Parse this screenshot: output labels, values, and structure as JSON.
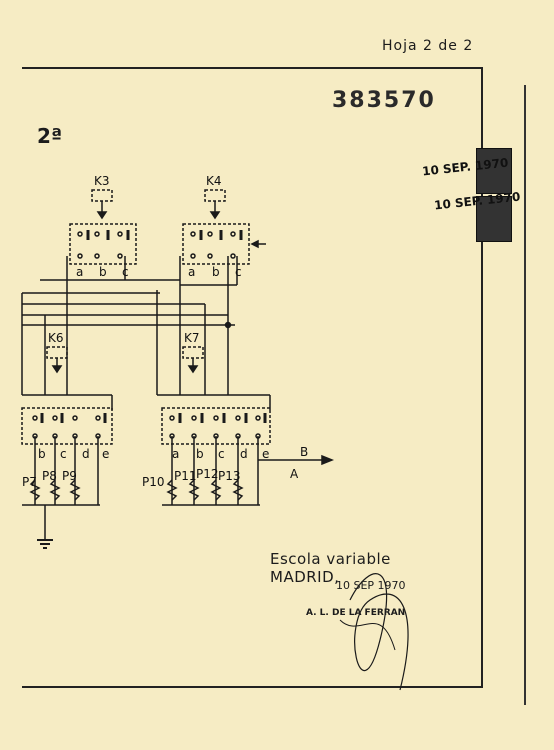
{
  "document": {
    "header": "Hoja 2 de 2",
    "doc_number": "383570",
    "sheet_label": "2ª"
  },
  "stamp": {
    "date_1": "10 SEP. 1970",
    "date_2": "10 SEP. 1970"
  },
  "diagram": {
    "relays": [
      "K3",
      "K4",
      "K6",
      "K7"
    ],
    "contacts_top": [
      "a",
      "b",
      "c"
    ],
    "contacts_bottom_left": [
      "b",
      "c",
      "d",
      "e"
    ],
    "contacts_bottom_right": [
      "a",
      "b",
      "c",
      "d",
      "e"
    ],
    "potentiometers_left": [
      "P7",
      "P8",
      "P9"
    ],
    "potentiometers_right": [
      "P10",
      "P11",
      "P12",
      "P13"
    ],
    "outputs": [
      "B",
      "A"
    ]
  },
  "footer": {
    "line1": "Escola variable",
    "line2": "MADRID,",
    "date": "10 SEP 1970",
    "signature_name": "A. L. DE LA FERRAN"
  }
}
